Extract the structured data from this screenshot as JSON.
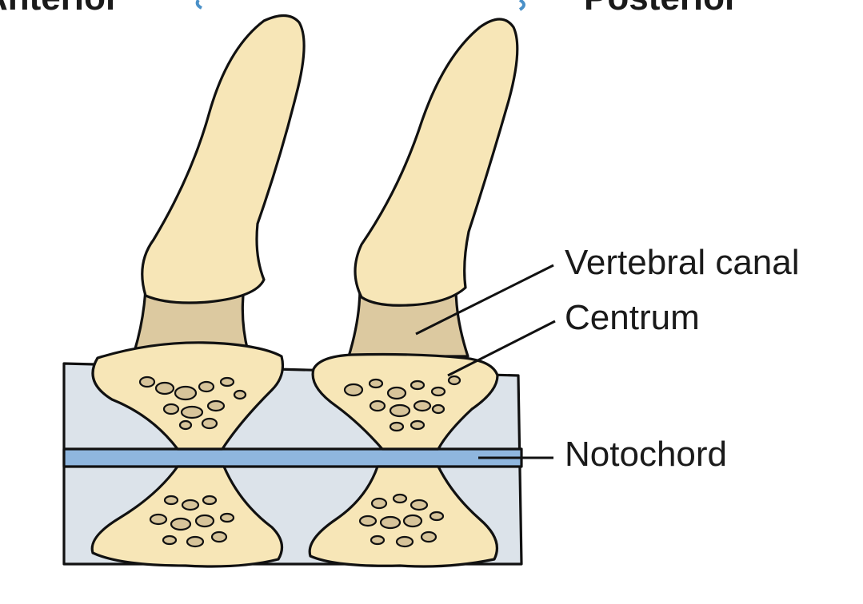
{
  "header": {
    "left_word": "Anterior",
    "right_word": "Posterior",
    "arrow_color": "#4a90c8"
  },
  "labels": {
    "vertebral_canal": "Vertebral canal",
    "centrum": "Centrum",
    "notochord": "Notochord"
  },
  "colors": {
    "bone": "#f7e6b7",
    "canal": "#dcc9a0",
    "disc": "#dce3ea",
    "notochord": "#8fb6de",
    "outline": "#111111"
  }
}
